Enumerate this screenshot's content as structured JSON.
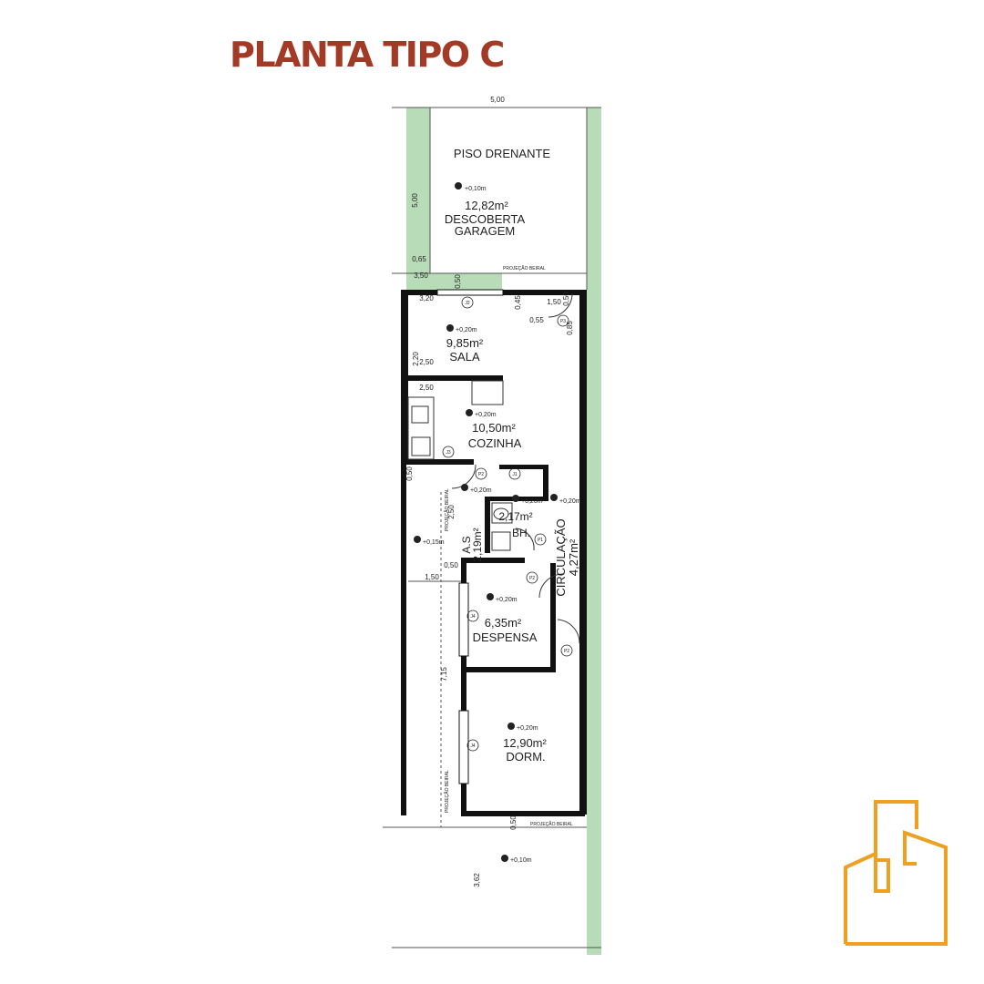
{
  "title": "PLANTA TIPO C",
  "colors": {
    "title": "#a23a26",
    "green": "#b8dcb8",
    "wall": "#111111",
    "logo": "#f0a020"
  },
  "logo_icon": "building-outline-icon",
  "rooms": {
    "piso": {
      "name": "PISO DRENANTE"
    },
    "garagem": {
      "area": "12,82m²",
      "name1": "DESCOBERTA",
      "name2": "GARAGEM",
      "level": "+0,10m"
    },
    "sala": {
      "area": "9,85m²",
      "name": "SALA",
      "level": "+0,20m"
    },
    "cozinha": {
      "area": "10,50m²",
      "name": "COZINHA",
      "level": "+0,20m"
    },
    "as": {
      "area": "2,19m²",
      "name": "A.S",
      "level": "+0,20m"
    },
    "bh": {
      "area": "2,17m²",
      "name": "BH.",
      "level": "+0,20m"
    },
    "circulacao": {
      "area": "4,27m²",
      "name": "CIRCULAÇÃO",
      "level": "+0,20m"
    },
    "despensa": {
      "area": "6,35m²",
      "name": "DESPENSA",
      "level": "+0,20m"
    },
    "dorm": {
      "area": "12,90m²",
      "name": "DORM.",
      "level": "+0,20m"
    },
    "quintal": {
      "level": "+0,15m"
    },
    "fundo": {
      "level": "+0,10m"
    }
  },
  "dims": {
    "width": "5,00",
    "garage_depth": "5,00",
    "side_065": "0,65",
    "d350": "3,50",
    "d320": "3,20",
    "d050a": "0,50",
    "d045": "0,45",
    "d150a": "1,50",
    "d055": "0,55",
    "d050b": "0,50",
    "d085": "0,85",
    "d220": "2,20",
    "d250a": "2,50",
    "d250b": "2,50",
    "d050c": "0,50",
    "d250c": "2,50",
    "d150b": "1,50",
    "d050d": "0,50",
    "d715": "7,15",
    "d050e": "0,50",
    "d362": "3,62"
  },
  "labels": {
    "projecao": "PROJEÇÃO BEIRAL",
    "p_j1": "J1",
    "p_j2": "J2",
    "p_j3": "J3",
    "p_j4a": "J4",
    "p_j4b": "J4",
    "p_p1": "P1",
    "p_p2a": "P2",
    "p_p2b": "P2",
    "p_p2c": "P2",
    "p_p3": "P3"
  }
}
